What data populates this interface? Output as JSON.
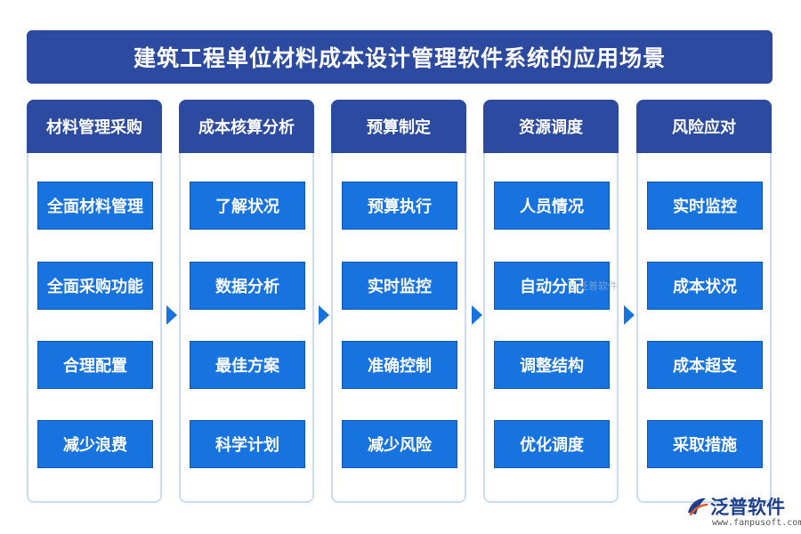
{
  "title": "建筑工程单位材料成本设计管理软件系统的应用场景",
  "columns": [
    {
      "header": "材料管理采购",
      "items": [
        "全面材料管理",
        "全面采购功能",
        "合理配置",
        "减少浪费"
      ]
    },
    {
      "header": "成本核算分析",
      "items": [
        "了解状况",
        "数据分析",
        "最佳方案",
        "科学计划"
      ]
    },
    {
      "header": "预算制定",
      "items": [
        "预算执行",
        "实时监控",
        "准确控制",
        "减少风险"
      ]
    },
    {
      "header": "资源调度",
      "items": [
        "人员情况",
        "自动分配",
        "调整结构",
        "优化调度"
      ]
    },
    {
      "header": "风险应对",
      "items": [
        "实时监控",
        "成本状况",
        "成本超支",
        "采取措施"
      ]
    }
  ],
  "watermark": "泛普软件",
  "logo": {
    "name": "泛普软件",
    "url": "www.fanpusoft.com"
  },
  "colors": {
    "header": "#2b4aa0",
    "box": "#1773e0",
    "border": "#c9dcf3"
  }
}
